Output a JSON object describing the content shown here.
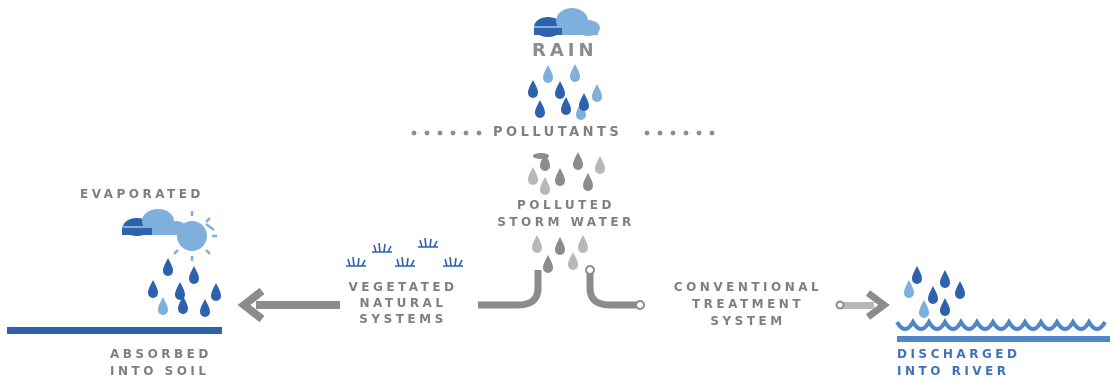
{
  "labels": {
    "rain": "RAIN",
    "pollutants": "POLLUTANTS",
    "polluted_storm_water": [
      "POLLUTED",
      "STORM WATER"
    ],
    "evaporated": "EVAPORATED",
    "vegetated_natural_systems": [
      "VEGETATED",
      "NATURAL",
      "SYSTEMS"
    ],
    "conventional_treatment_system": [
      "CONVENTIONAL",
      "TREATMENT",
      "SYSTEM"
    ],
    "absorbed_into_soil": [
      "ABSORBED",
      "INTO SOIL"
    ],
    "discharged_into_river": [
      "DISCHARGED",
      "INTO RIVER"
    ]
  },
  "colors": {
    "dark_blue": "#2f62ad",
    "light_blue": "#7fb0dd",
    "mid_blue": "#4f86c6",
    "gray": "#8a8c8e",
    "light_gray": "#b6b8ba",
    "text_gray": "#7d7f81"
  },
  "icons": [
    "cloud-icon",
    "raindrop-icon",
    "sun-icon",
    "grass-icon",
    "arrow-left-icon",
    "arrow-right-icon",
    "wave-icon",
    "dot-icon"
  ]
}
